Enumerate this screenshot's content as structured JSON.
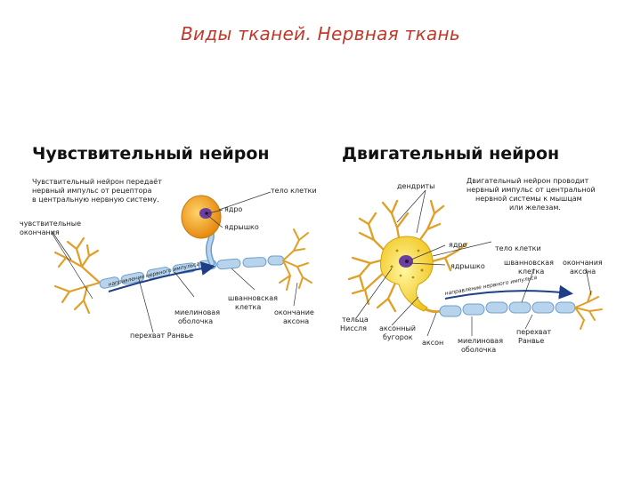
{
  "slide": {
    "title": "Виды тканей. Нервная ткань"
  },
  "sensory": {
    "heading": "Чувствительный нейрон",
    "description": [
      "Чувствительный нейрон передаёт",
      "нервный импульс от рецептора",
      "в центральную нервную систему."
    ],
    "labels": {
      "cell_body": "тело клетки",
      "nucleus": "ядро",
      "nucleolus": "ядрышко",
      "sensory_endings": [
        "чувствительные",
        "окончания"
      ],
      "impulse": "направление нервного импульса",
      "schwann": [
        "шванновская",
        "клетка"
      ],
      "myelin": [
        "миелиновая",
        "оболочка"
      ],
      "ranvier": "перехват Ранвье",
      "axon_ending": [
        "окончание",
        "аксона"
      ]
    }
  },
  "motor": {
    "heading": "Двигательный нейрон",
    "description": [
      "Двигательный нейрон проводит",
      "нервный импульс от центральной",
      "нервной системы к мышцам",
      "или железам."
    ],
    "labels": {
      "dendrites": "дендриты",
      "nucleus": "ядро",
      "nucleolus": "ядрышко",
      "cell_body": "тело клетки",
      "nissl": [
        "тельца",
        "Ниссля"
      ],
      "axon_hillock": [
        "аксонный",
        "бугорок"
      ],
      "axon": "аксон",
      "impulse": "направление нервного импульса",
      "myelin": [
        "миелиновая",
        "оболочка"
      ],
      "schwann": [
        "шванновская",
        "клетка"
      ],
      "ranvier": [
        "перехват",
        "Ранвье"
      ],
      "axon_ending": [
        "окончания",
        "аксона"
      ]
    }
  },
  "colors": {
    "title": "#c0392b",
    "dendrite": "#e0a028",
    "soma_sensory": "#f2a81d",
    "soma_motor": "#f7e03c",
    "nucleus": "#6b3fa0",
    "axon_light": "#b8d4ec",
    "axon_dark": "#6f9fc9",
    "arrow": "#1e3f86"
  }
}
